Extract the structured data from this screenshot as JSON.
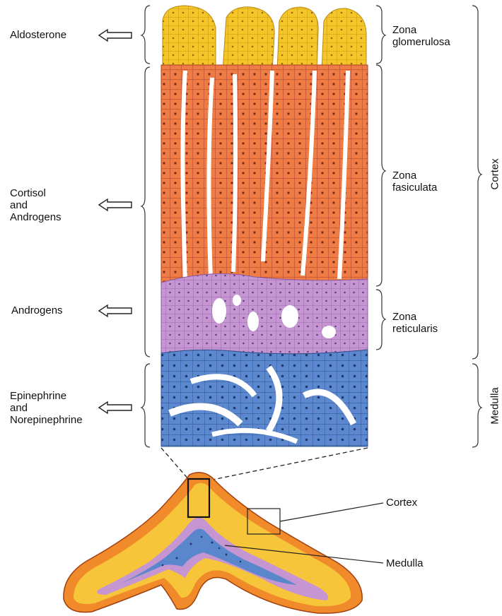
{
  "hormones": {
    "aldosterone": "Aldosterone",
    "cortisol_line1": "Cortisol",
    "cortisol_line2": "and",
    "cortisol_line3": "Androgens",
    "androgens": "Androgens",
    "epi_line1": "Epinephrine",
    "epi_line2": "and",
    "epi_line3": "Norepinephrine"
  },
  "zones": {
    "glomerulosa_line1": "Zona",
    "glomerulosa_line2": "glomerulosa",
    "fasiculata_line1": "Zona",
    "fasiculata_line2": "fasiculata",
    "reticularis_line1": "Zona",
    "reticularis_line2": "reticularis"
  },
  "regions": {
    "cortex": "Cortex",
    "medulla": "Medulla"
  },
  "gland": {
    "cortex_label": "Cortex",
    "medulla_label": "Medulla"
  },
  "colors": {
    "glomerulosa": "#f2c31d",
    "fasiculata": "#ee7a42",
    "reticularis": "#c28fd0",
    "medulla": "#5a86cc",
    "gland_outer": "#f08a2a",
    "gland_inner": "#f7c53a"
  }
}
